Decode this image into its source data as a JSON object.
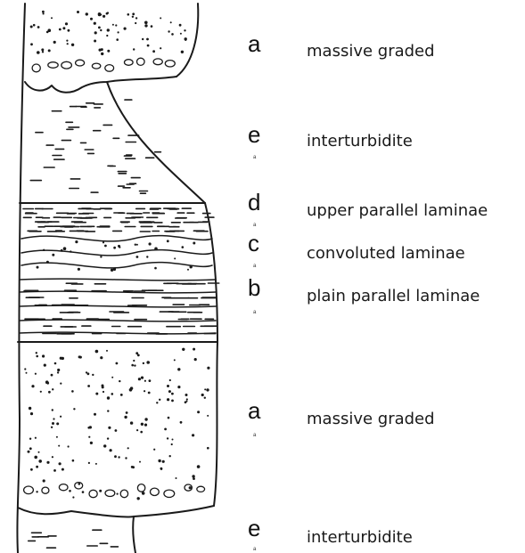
{
  "units": [
    {
      "letter": "a",
      "sub": "",
      "label": "massive graded"
    },
    {
      "letter": "e",
      "sub": "a",
      "label": "interturbidite"
    },
    {
      "letter": "d",
      "sub": "a",
      "label": "upper parallel laminae"
    },
    {
      "letter": "c",
      "sub": "a",
      "label": "convoluted laminae"
    },
    {
      "letter": "b",
      "sub": "a",
      "label": "plain parallel laminae"
    },
    {
      "letter": "a",
      "sub": "a",
      "label": "massive graded"
    },
    {
      "letter": "e",
      "sub": "a",
      "label": "interturbidite"
    }
  ],
  "colors": {
    "ink": "#1a1a1a",
    "paper": "#ffffff"
  }
}
